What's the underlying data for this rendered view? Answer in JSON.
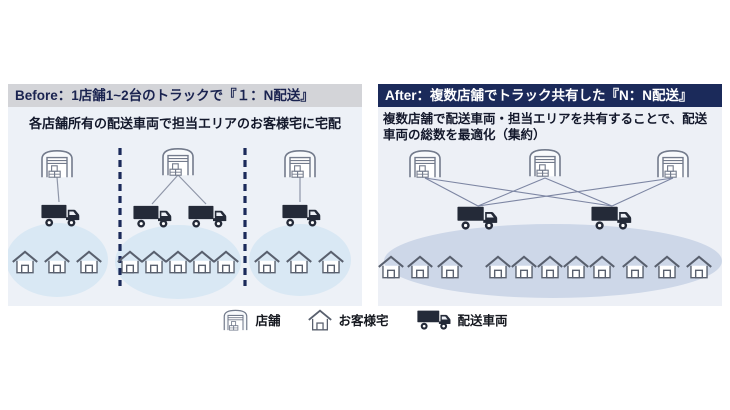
{
  "before_panel": {
    "title": "Before：1店舗1~2台のトラックで『１：N配送』",
    "description": "各店舗所有の配送車両で担当エリアのお客様宅に宅配",
    "sections": [
      {
        "stores": 1,
        "trucks": 1,
        "houses": 3
      },
      {
        "stores": 1,
        "trucks": 2,
        "houses": 5
      },
      {
        "stores": 1,
        "trucks": 1,
        "houses": 3
      }
    ]
  },
  "after_panel": {
    "title": "After：複数店舗でトラック共有した『N：N配送』",
    "description": "複数店舗で配送車両・担当エリアを共有することで、配送車両の総数を最適化（集約）",
    "stores": 3,
    "trucks": 2,
    "houses": 11,
    "routes": 6
  },
  "legend": {
    "store": "店舗",
    "house": "お客様宅",
    "truck": "配送車両"
  },
  "colors": {
    "before_header_bg": "#d3d4d8",
    "after_header_bg": "#1b2a5a",
    "header_text_dark": "#1a2350",
    "panel_bg": "#edf1f7",
    "ellipse_before": "#d9e8f4",
    "ellipse_after": "#cdd7e8",
    "truck_fill": "#242a38",
    "icon_outline": "#737b8c",
    "divider_navy": "#1b2a5a",
    "route_line": "#8f96a8"
  }
}
